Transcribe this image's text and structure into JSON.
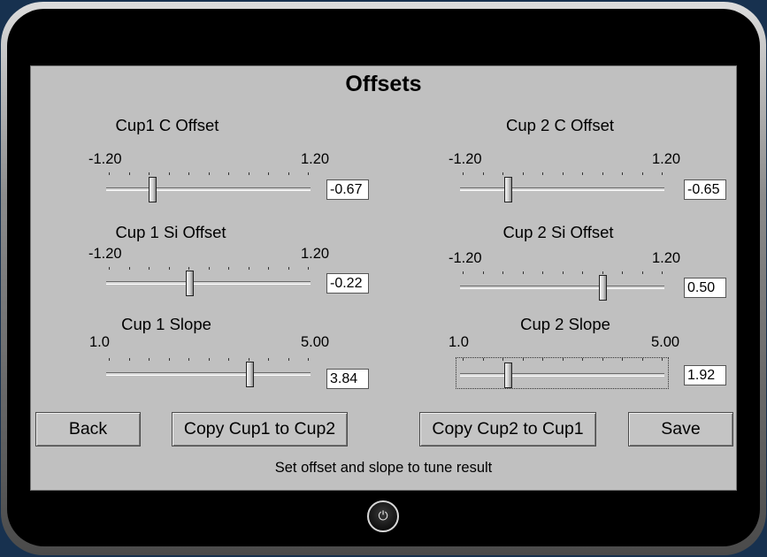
{
  "page": {
    "title": "Offsets",
    "status": "Set offset and slope to tune result"
  },
  "sliders": {
    "cup1_c": {
      "label": "Cup1 C Offset",
      "min": -1.2,
      "max": 1.2,
      "min_label": "-1.20",
      "max_label": "1.20",
      "value": -0.67,
      "display": "-0.67"
    },
    "cup2_c": {
      "label": "Cup 2 C Offset",
      "min": -1.2,
      "max": 1.2,
      "min_label": "-1.20",
      "max_label": "1.20",
      "value": -0.65,
      "display": "-0.65"
    },
    "cup1_si": {
      "label": "Cup 1 Si Offset",
      "min": -1.2,
      "max": 1.2,
      "min_label": "-1.20",
      "max_label": "1.20",
      "value": -0.22,
      "display": "-0.22"
    },
    "cup2_si": {
      "label": "Cup 2 Si Offset",
      "min": -1.2,
      "max": 1.2,
      "min_label": "-1.20",
      "max_label": "1.20",
      "value": 0.5,
      "display": "0.50"
    },
    "cup1_slope": {
      "label": "Cup 1 Slope",
      "min": 1.0,
      "max": 5.0,
      "min_label": "1.0",
      "max_label": "5.00",
      "value": 3.84,
      "display": "3.84"
    },
    "cup2_slope": {
      "label": "Cup 2 Slope",
      "min": 1.0,
      "max": 5.0,
      "min_label": "1.0",
      "max_label": "5.00",
      "value": 1.92,
      "display": "1.92",
      "focused": true
    }
  },
  "buttons": {
    "back": "Back",
    "copy1to2": "Copy Cup1 to Cup2",
    "copy2to1": "Copy Cup2 to Cup1",
    "save": "Save"
  },
  "icons": {
    "power": "power-icon"
  },
  "colors": {
    "screen_bg": "#c0c0c0",
    "bezel": "#000000",
    "background": "#17314f"
  }
}
